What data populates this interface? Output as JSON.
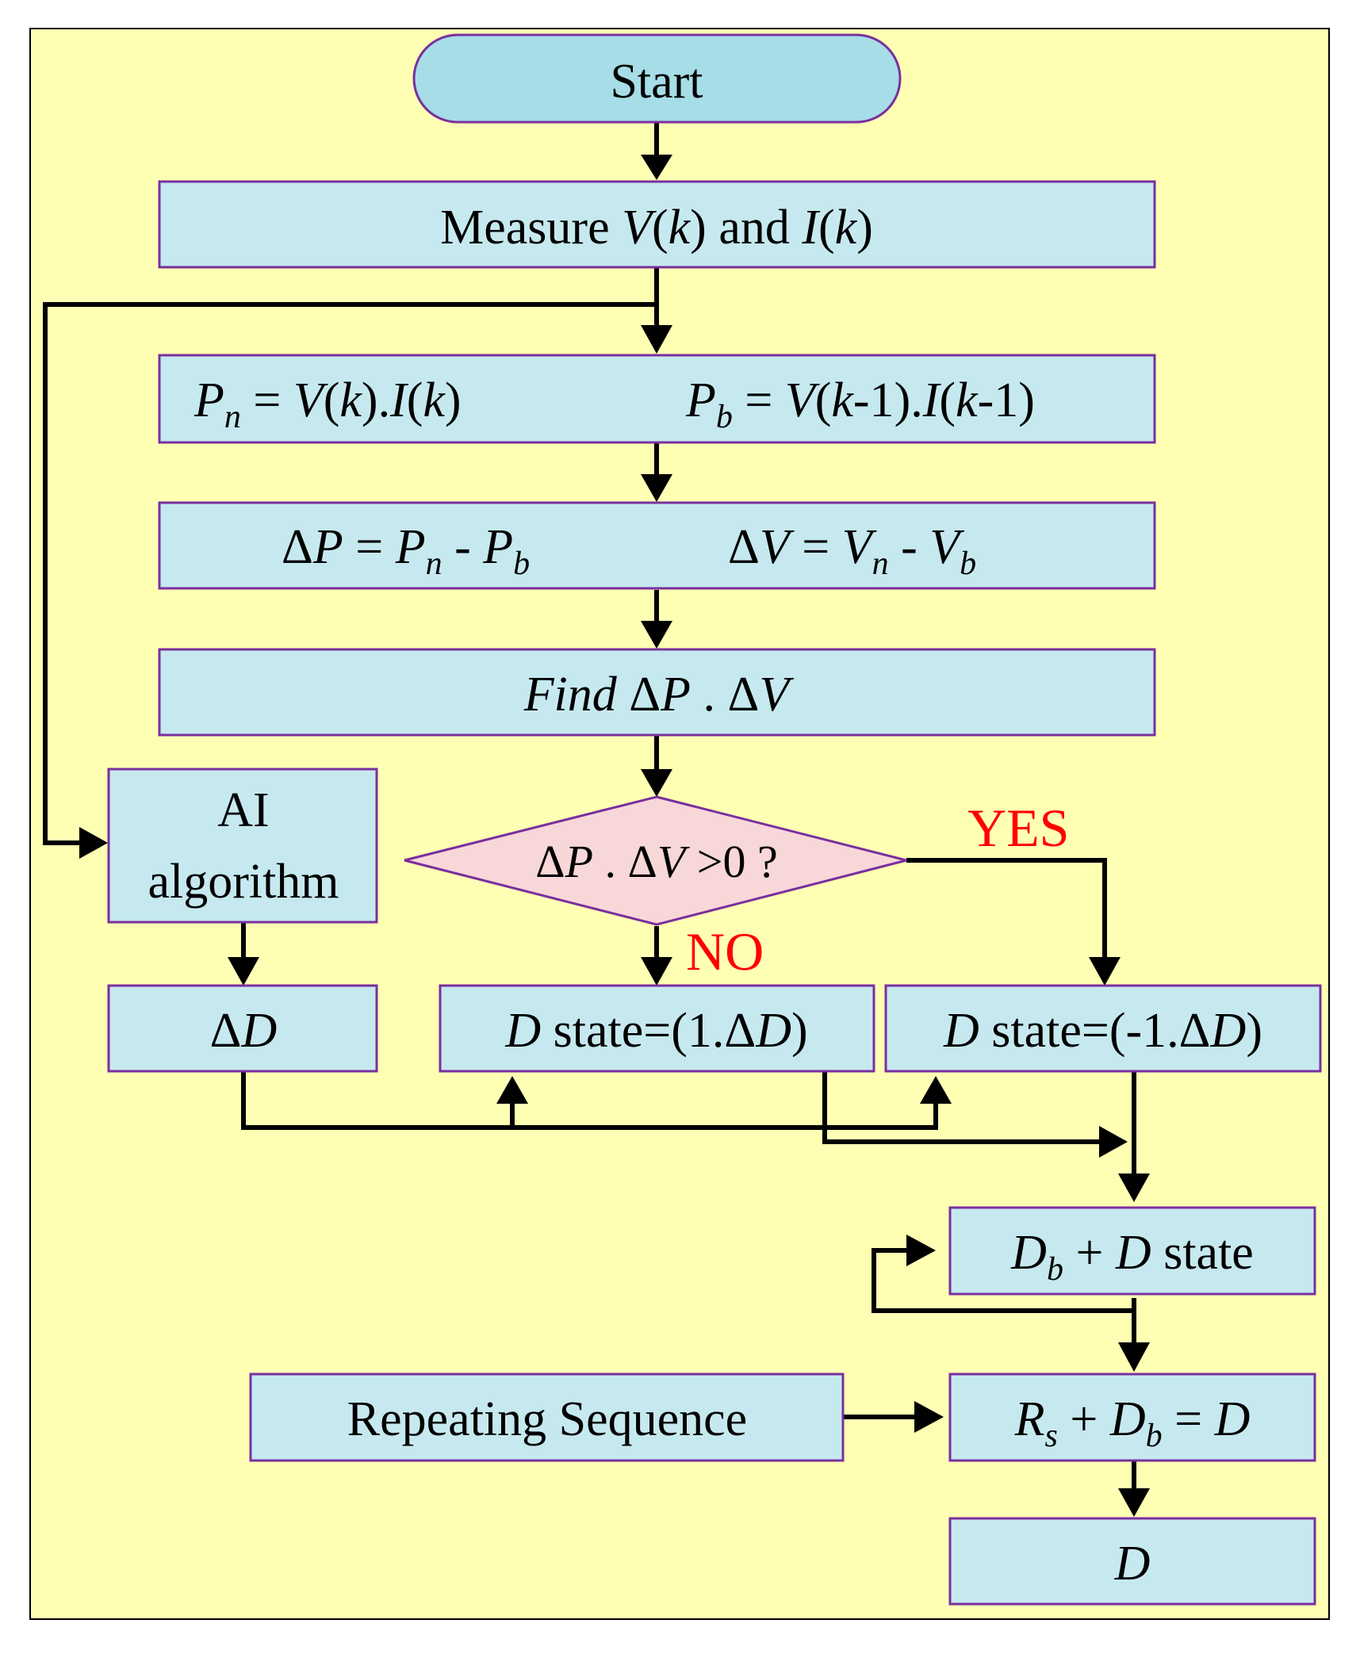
{
  "colors": {
    "background": "#ffffb4",
    "process_fill": "#c6e9ef",
    "terminal_fill": "#a6dde7",
    "decision_fill": "#f8d7d9",
    "border": "#7a2f9e",
    "arrow": "#000000",
    "branch_label": "#ff0000"
  },
  "nodes": {
    "start": "Start",
    "measure": {
      "pre": "Measure ",
      "v": "V",
      "k1": "k",
      "mid": " and ",
      "i": "I",
      "k2": "k"
    },
    "power": {
      "pn": "P",
      "pn_sub": "n",
      "pn_eq": " = ",
      "pn_rhs_v": "V",
      "pn_rhs_k1": "k",
      "pn_dot": ".",
      "pn_rhs_i": "I",
      "pn_rhs_k2": "k",
      "pb": "P",
      "pb_sub": "b",
      "pb_eq": " = ",
      "pb_rhs_v": "V",
      "pb_rhs_k1": "k",
      "pb_m1": "-1",
      "pb_dot": ".",
      "pb_rhs_i": "I",
      "pb_rhs_k2": "k",
      "pb_m2": "-1"
    },
    "delta": {
      "dp_delta": "Δ",
      "dp": "P",
      "dp_eq": " = ",
      "pn": "P",
      "pn_sub": "n",
      "minus1": " - ",
      "pb": "P",
      "pb_sub": "b",
      "dv_delta": "Δ",
      "dv": "V",
      "dv_eq": " = ",
      "vn": "V",
      "vn_sub": "n",
      "minus2": " - ",
      "vb": "V",
      "vb_sub": "b"
    },
    "find": {
      "word": "Find ",
      "d1": "Δ",
      "p": "P",
      "dot": " . ",
      "d2": "Δ",
      "v": "V"
    },
    "decision": {
      "d1": "Δ",
      "p": "P",
      "dot": " . ",
      "d2": "Δ",
      "v": "V",
      "cond": " >0 ?"
    },
    "ai": {
      "line1": "AI",
      "line2": "algorithm"
    },
    "delta_d": {
      "delta": "Δ",
      "d": "D"
    },
    "state_pos": {
      "d": "D",
      "text": " state=(1.",
      "delta": "Δ",
      "d2": "D",
      "close": ")"
    },
    "state_neg": {
      "d": "D",
      "text": " state=(-1.",
      "delta": "Δ",
      "d2": "D",
      "close": ")"
    },
    "db_state": {
      "d": "D",
      "sub": "b",
      "plus": " + ",
      "d2": "D",
      "text": " state"
    },
    "repeating": "Repeating Sequence",
    "sum": {
      "r": "R",
      "r_sub": "s",
      "plus": " + ",
      "d": "D",
      "d_sub": "b",
      "eq": " = ",
      "out": "D"
    },
    "output": "D"
  },
  "branch_labels": {
    "yes": "YES",
    "no": "NO"
  }
}
